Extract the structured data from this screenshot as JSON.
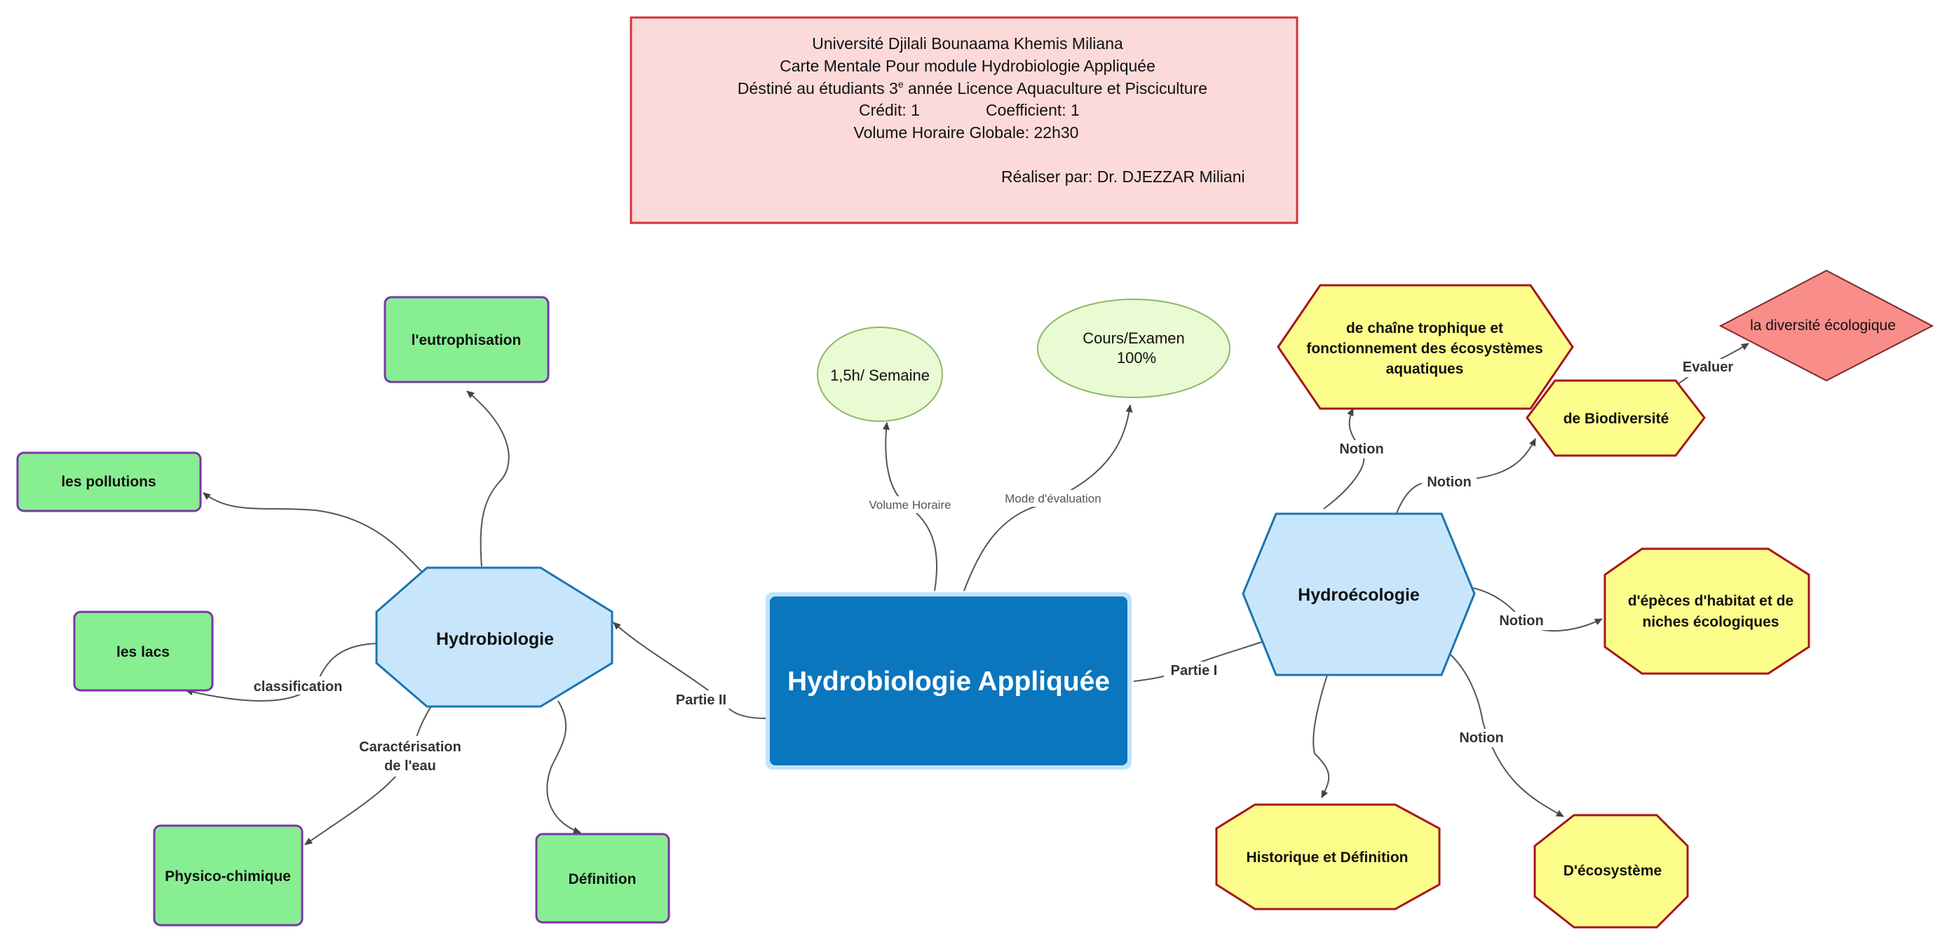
{
  "header": {
    "line1": "Université Djilali Bounaama Khemis Miliana",
    "line2": "Carte Mentale Pour module Hydrobiologie Appliquée",
    "line3_prefix": "Déstiné au étudiants 3",
    "line3_sup": "e",
    "line3_suffix": " année Licence Aquaculture et Pisciculture",
    "credit": "Crédit: 1",
    "coefficient": "Coefficient: 1",
    "volume": "Volume Horaire Globale: 22h30",
    "author": "Réaliser par: Dr. DJEZZAR Miliani"
  },
  "central": {
    "label": "Hydrobiologie Appliquée",
    "color": "#0a76bd"
  },
  "satellites": {
    "volume_horaire": {
      "label": "1,5h/ Semaine",
      "edge_label": "Volume Horaire"
    },
    "mode_evaluation": {
      "label_line1": "Cours/Examen",
      "label_line2": "100%",
      "edge_label": "Mode d'évaluation"
    }
  },
  "left_branch": {
    "edge_label": "Partie II",
    "hub": "Hydrobiologie",
    "children": {
      "eutrophisation": "l'eutrophisation",
      "pollutions": "les pollutions",
      "lacs": {
        "label": "les lacs",
        "edge_label": "classification"
      },
      "physico": {
        "label": "Physico-chimique",
        "edge_label_line1": "Caractérisation",
        "edge_label_line2": "de l'eau"
      },
      "definition": "Définition"
    },
    "child_color": "#88ee92",
    "hub_color": "#c8e6fb"
  },
  "right_branch": {
    "edge_label": "Partie I",
    "hub": "Hydroécologie",
    "children": {
      "chaine": {
        "line1": "de chaîne trophique et",
        "line2": "fonctionnement des écosystèmes",
        "line3": "aquatiques",
        "edge_label": "Notion"
      },
      "biodiversite": {
        "label": "de Biodiversité",
        "edge_label": "Notion"
      },
      "diversite": {
        "label": "la diversité écologique",
        "edge_label": "Evaluer"
      },
      "especes": {
        "line1": "d'épèces d'habitat et de",
        "line2": "niches écologiques",
        "edge_label": "Notion"
      },
      "historique": "Historique et Définition",
      "ecosysteme": {
        "label": "D'écosystème",
        "edge_label": "Notion"
      }
    },
    "child_color": "#fdfd8b",
    "diamond_color": "#f88d8a"
  }
}
